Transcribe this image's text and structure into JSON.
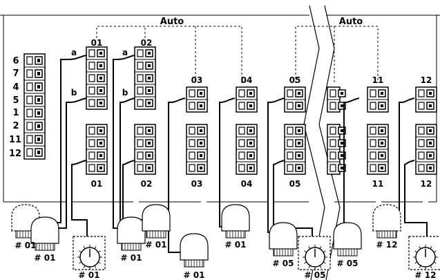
{
  "top_labels": {
    "auto_left": "Auto",
    "auto_right": "Auto"
  },
  "side_terminal_labels": [
    "6",
    "7",
    "4",
    "5",
    "1",
    "2",
    "11",
    "12"
  ],
  "contact_labels": {
    "a": "a",
    "b": "b"
  },
  "channels": [
    "01",
    "02",
    "03",
    "04",
    "05",
    "11",
    "12"
  ],
  "channel_bottom_labels": [
    "01",
    "02",
    "03",
    "04",
    "05",
    "11",
    "12"
  ],
  "device_labels": [
    "# 01",
    "# 01",
    "# 01",
    "# 01",
    "# 01",
    "# 01",
    "# 05",
    "# 05",
    "# 05",
    "# 12",
    "# 12"
  ]
}
